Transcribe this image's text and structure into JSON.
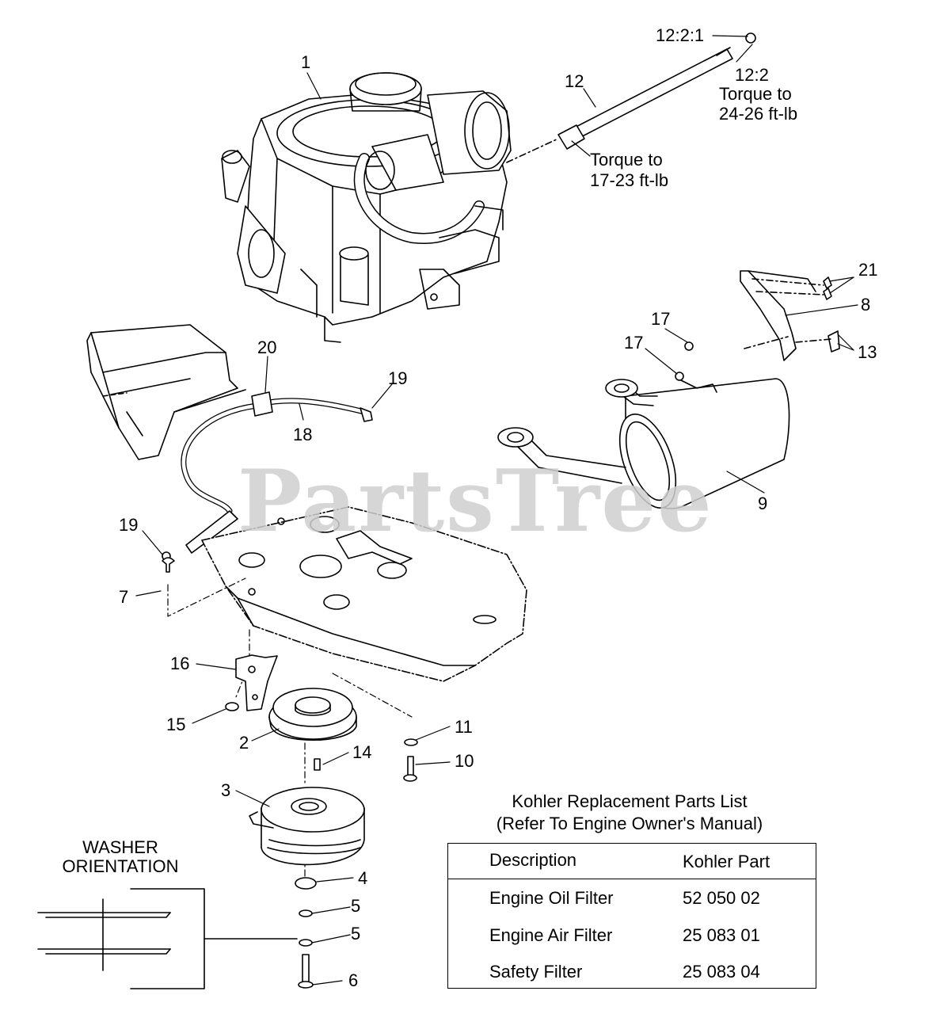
{
  "watermark": "PartsTree",
  "callouts": {
    "c1": "1",
    "c12_2_1": "12:2:1",
    "c12": "12",
    "c12_2": "12:2",
    "torque_24_line1": "Torque to",
    "torque_24_line2": "24-26 ft-lb",
    "torque_17_line1": "Torque to",
    "torque_17_line2": "17-23 ft-lb",
    "c21": "21",
    "c8": "8",
    "c17a": "17",
    "c17b": "17",
    "c13": "13",
    "c20": "20",
    "c19a": "19",
    "c18": "18",
    "c19b": "19",
    "c9": "9",
    "c7": "7",
    "c16": "16",
    "c15": "15",
    "c2": "2",
    "c11": "11",
    "c14": "14",
    "c10": "10",
    "c3": "3",
    "c4": "4",
    "c5a": "5",
    "c5b": "5",
    "c6": "6"
  },
  "washer": {
    "title_line1": "WASHER",
    "title_line2": "ORIENTATION"
  },
  "parts_list": {
    "title_line1": "Kohler Replacement Parts List",
    "title_line2": "(Refer To Engine Owner's Manual)",
    "col_description": "Description",
    "col_part": "Kohler Part",
    "rows": [
      {
        "description": "Engine Oil Filter",
        "part": "52 050 02"
      },
      {
        "description": "Engine Air Filter",
        "part": "25 083 01"
      },
      {
        "description": "Safety Filter",
        "part": "25 083 04"
      }
    ]
  }
}
